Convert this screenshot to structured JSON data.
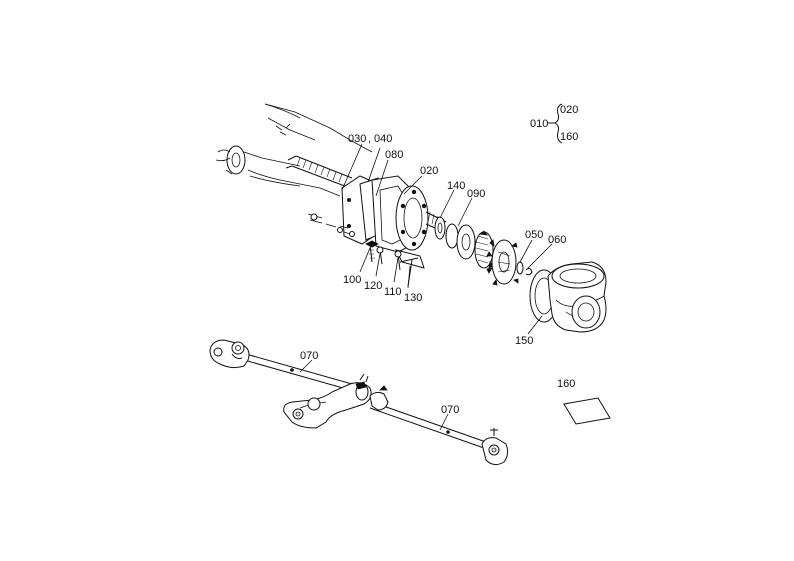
{
  "callouts": {
    "c010": "010",
    "c020a": "020",
    "c160a": "160",
    "c030": "030",
    "c040": "040",
    "c080": "080",
    "c020": "020",
    "c140": "140",
    "c090": "090",
    "c050": "050",
    "c060": "060",
    "c100": "100",
    "c120": "120",
    "c110": "110",
    "c130": "130",
    "c150": "150",
    "c070a": "070",
    "c070b": "070",
    "c160": "160"
  }
}
